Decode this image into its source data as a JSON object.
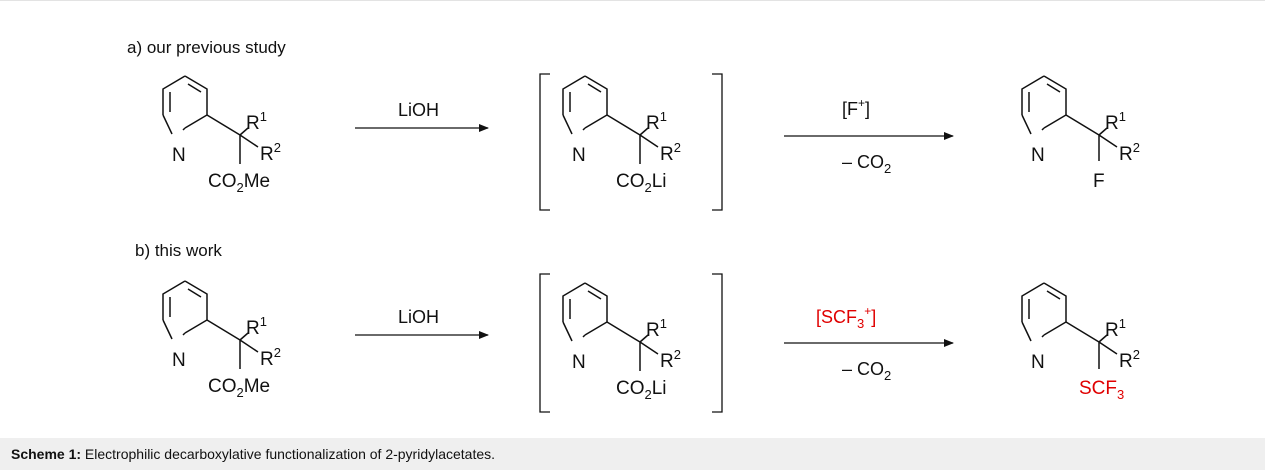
{
  "colors": {
    "accent": "#e00000",
    "text": "#111111",
    "caption_bg": "#efefef"
  },
  "sections": {
    "a_label": "a) our previous study",
    "b_label": "b) this work"
  },
  "atoms": {
    "N": "N",
    "R": "R",
    "R1_sup": "1",
    "R2_sup": "2",
    "F": "F"
  },
  "groups": {
    "co2me_a": "CO",
    "co2me_b": "Me",
    "co2li_a": "CO",
    "co2li_b": "Li",
    "sub_2": "2",
    "scf3_a": "SCF",
    "scf3_sub": "3"
  },
  "reagents": {
    "lioh": "LiOH",
    "fluor_open": "[F",
    "fluor_sup": "+",
    "fluor_close": "]",
    "scf3_open": "[SCF",
    "scf3_sub": "3",
    "scf3_sup": "+",
    "scf3_close": "]",
    "minus_co2_a": "– CO",
    "minus_co2_sub": "2"
  },
  "caption": {
    "label": "Scheme 1:",
    "text": " Electrophilic decarboxylative functionalization of 2-pyridylacetates."
  }
}
